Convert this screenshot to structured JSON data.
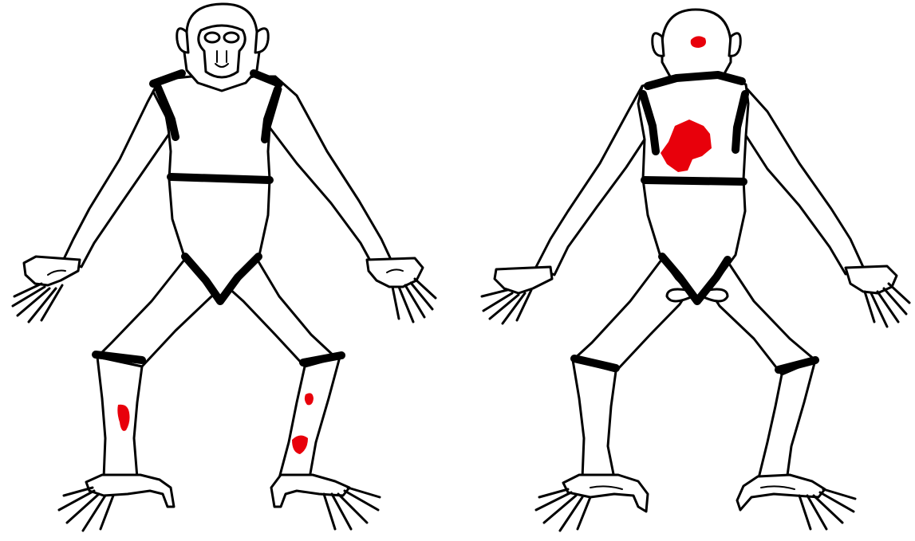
{
  "figure": {
    "views": [
      {
        "id": "front",
        "description": ""
      },
      {
        "id": "back",
        "description": ""
      }
    ],
    "colors": {
      "background": "#ffffff",
      "outline": "#000000",
      "lesion": "#e8000b"
    },
    "lesions": {
      "front": [
        "right-shin",
        "left-shin-upper",
        "left-shin-lower"
      ],
      "back": [
        "head-crown",
        "upper-back"
      ]
    }
  }
}
